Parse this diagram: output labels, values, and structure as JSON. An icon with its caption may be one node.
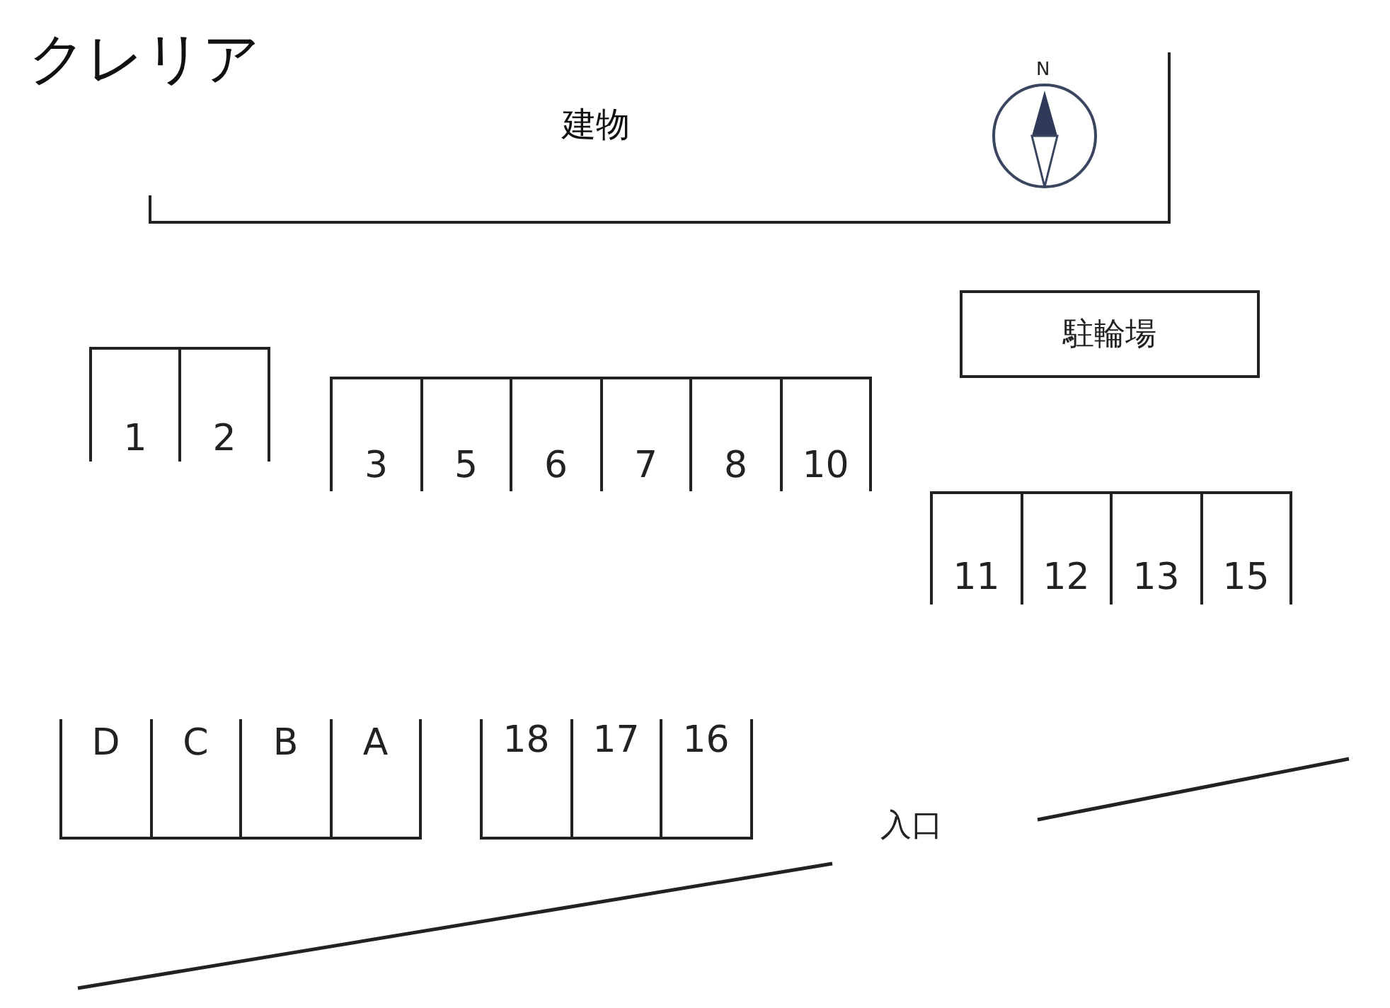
{
  "diagram": {
    "title": "クレリア",
    "nodes": [
      {
        "text": [
          "建物"
        ]
      },
      {
        "text": [
          "駐輪場"
        ]
      },
      {
        "text": [
          "1"
        ]
      },
      {
        "text": [
          "2"
        ]
      },
      {
        "text": [
          "3"
        ]
      },
      {
        "text": [
          "5"
        ]
      },
      {
        "text": [
          "6"
        ]
      },
      {
        "text": [
          "7"
        ]
      },
      {
        "text": [
          "8"
        ]
      },
      {
        "text": [
          "10"
        ]
      },
      {
        "text": [
          "11"
        ]
      },
      {
        "text": [
          "12"
        ]
      },
      {
        "text": [
          "13"
        ]
      },
      {
        "text": [
          "15"
        ]
      },
      {
        "text": [
          "D"
        ]
      },
      {
        "text": [
          "C"
        ]
      },
      {
        "text": [
          "B"
        ]
      },
      {
        "text": [
          "A"
        ]
      },
      {
        "text": [
          "18"
        ]
      },
      {
        "text": [
          "17"
        ]
      },
      {
        "text": [
          "16"
        ]
      }
    ],
    "labels": [
      "N",
      "入口"
    ]
  }
}
